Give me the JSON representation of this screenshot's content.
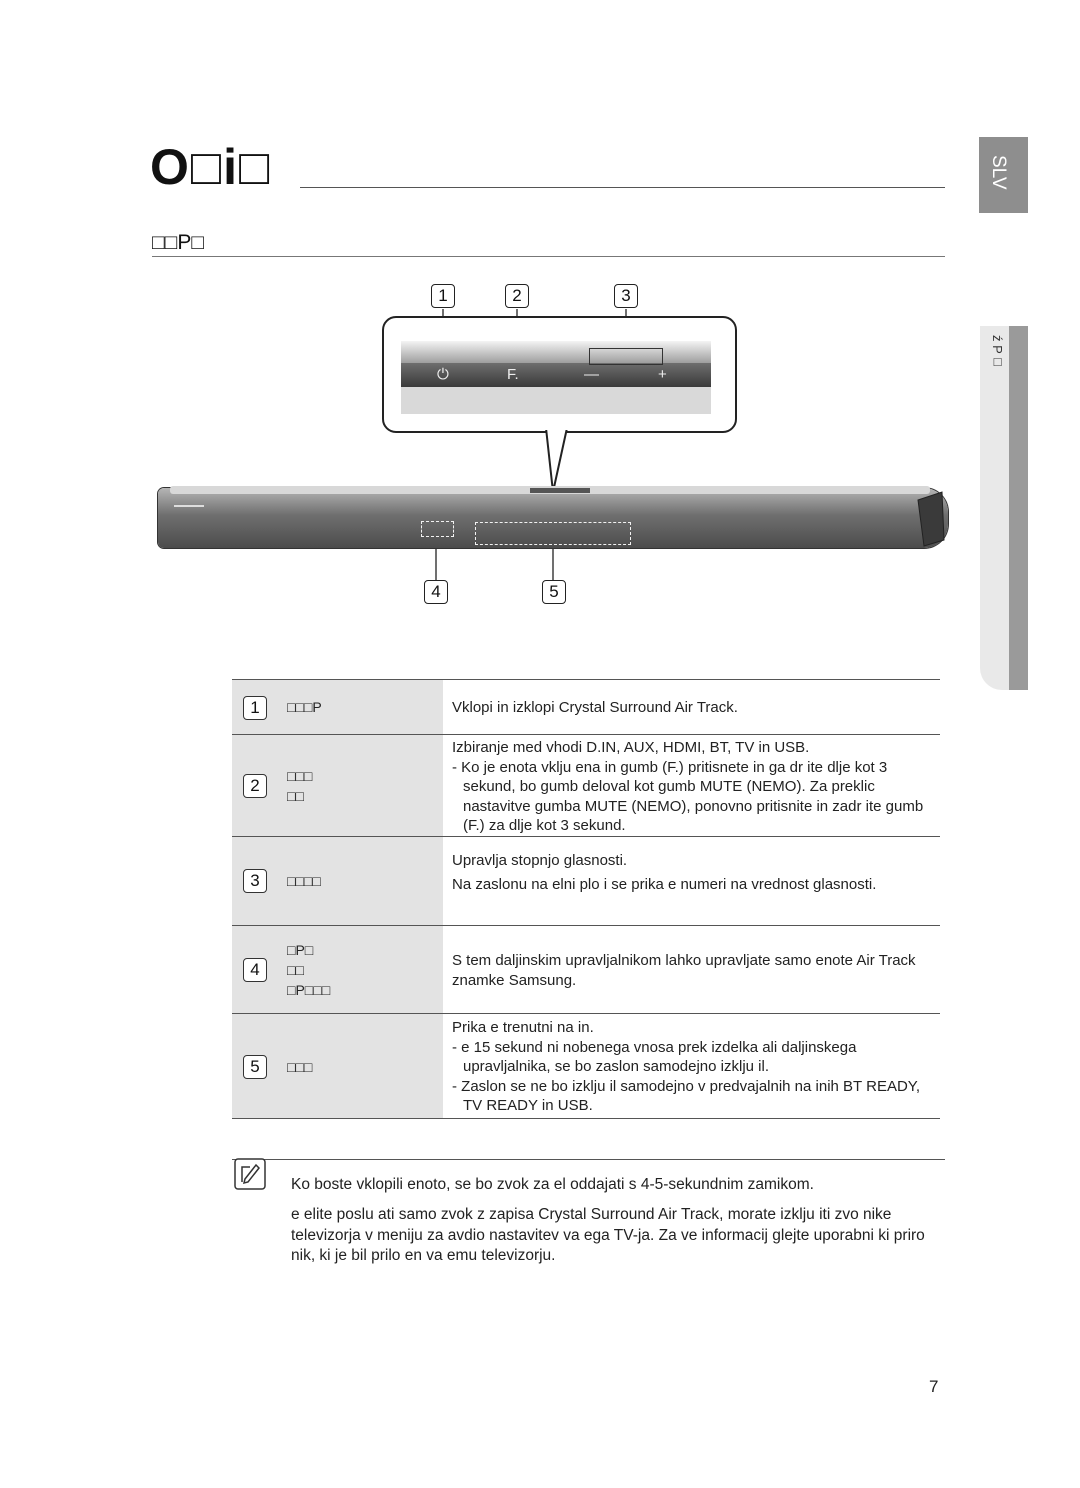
{
  "header": {
    "title": "O□i□",
    "subtitle": "□□P□"
  },
  "side": {
    "language_tab": "SLV",
    "section_tab": "ź P□"
  },
  "diagram": {
    "callouts": [
      "1",
      "2",
      "3",
      "4",
      "5"
    ],
    "button_labels": {
      "power": "⏻",
      "function": "F.",
      "volume_down": "—",
      "volume_up": "+"
    }
  },
  "table": {
    "rows": [
      {
        "num": "1",
        "name": "□□□P",
        "desc": [
          "Vklopi in izklopi Crystal Surround Air Track."
        ]
      },
      {
        "num": "2",
        "name": "□□□\n□□",
        "desc": [
          "Izbiranje med vhodi D.IN, AUX, HDMI, BT, TV in USB.",
          "- Ko je enota vklju ena in gumb (F.) pritisnete in ga dr ite dlje kot 3 sekund, bo gumb deloval kot gumb MUTE (NEMO). Za preklic nastavitve gumba MUTE (NEMO), ponovno pritisnite in zadr ite gumb (F.) za dlje kot 3 sekund."
        ]
      },
      {
        "num": "3",
        "name": "□□□□",
        "desc": [
          "Upravlja stopnjo glasnosti.",
          "Na zaslonu na  elni plo  i se prika e numeri na vrednost glasnosti."
        ]
      },
      {
        "num": "4",
        "name": "□P□\n□□\n□P□□□",
        "desc": [
          "S tem daljinskim upravljalnikom lahko upravljate samo enote Air Track znamke Samsung."
        ]
      },
      {
        "num": "5",
        "name": "□□□",
        "desc": [
          "Prika e trenutni na in.",
          "-  e 15 sekund ni nobenega vnosa prek izdelka ali daljinskega upravljalnika, se bo zaslon samodejno izklju il.",
          "- Zaslon se ne bo izklju il samodejno v predvajalnih na inih BT READY, TV READY in USB."
        ]
      }
    ]
  },
  "notes": [
    "Ko boste vklopili enoto, se bo zvok za el oddajati s 4-5-sekundnim zamikom.",
    " e elite poslu ati samo zvok z zapisa Crystal Surround Air Track, morate izklju iti zvo nike televizorja v meniju za avdio nastavitev va ega TV-ja. Za ve  informacij glejte uporabni ki priro nik, ki je bil prilo en va emu televizorju."
  ],
  "page_number": "7"
}
